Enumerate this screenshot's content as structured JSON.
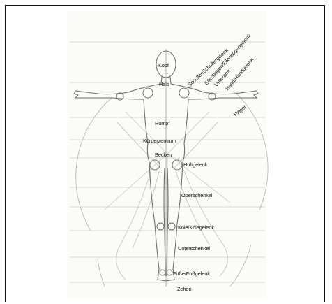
{
  "labels": {
    "kopf": "Kopf",
    "hals": "Hals",
    "schulter": "Schulter/Schultergelenk",
    "ellenbogen": "Ellenbogen/Ellenbogengelenk",
    "unterarm": "Unterarm",
    "hand": "Hand/Handgelenk",
    "finger": "Finger",
    "rumpf": "Rumpf",
    "koerperzentrum": "Körperzentrum",
    "becken": "Becken",
    "hueftgelenk": "Hüftgelenk",
    "oberschenkel": "Oberschenkel",
    "knie": "Knie/Kniegelenk",
    "unterschenkel": "Unterschenkel",
    "fuesse": "Füße/Fußgelenk",
    "zehen": "Zehen"
  },
  "colors": {
    "pencil": "#8a8a8a",
    "pencil_light": "#c4c4c4",
    "outline": "#555555",
    "frame": "#111111"
  }
}
